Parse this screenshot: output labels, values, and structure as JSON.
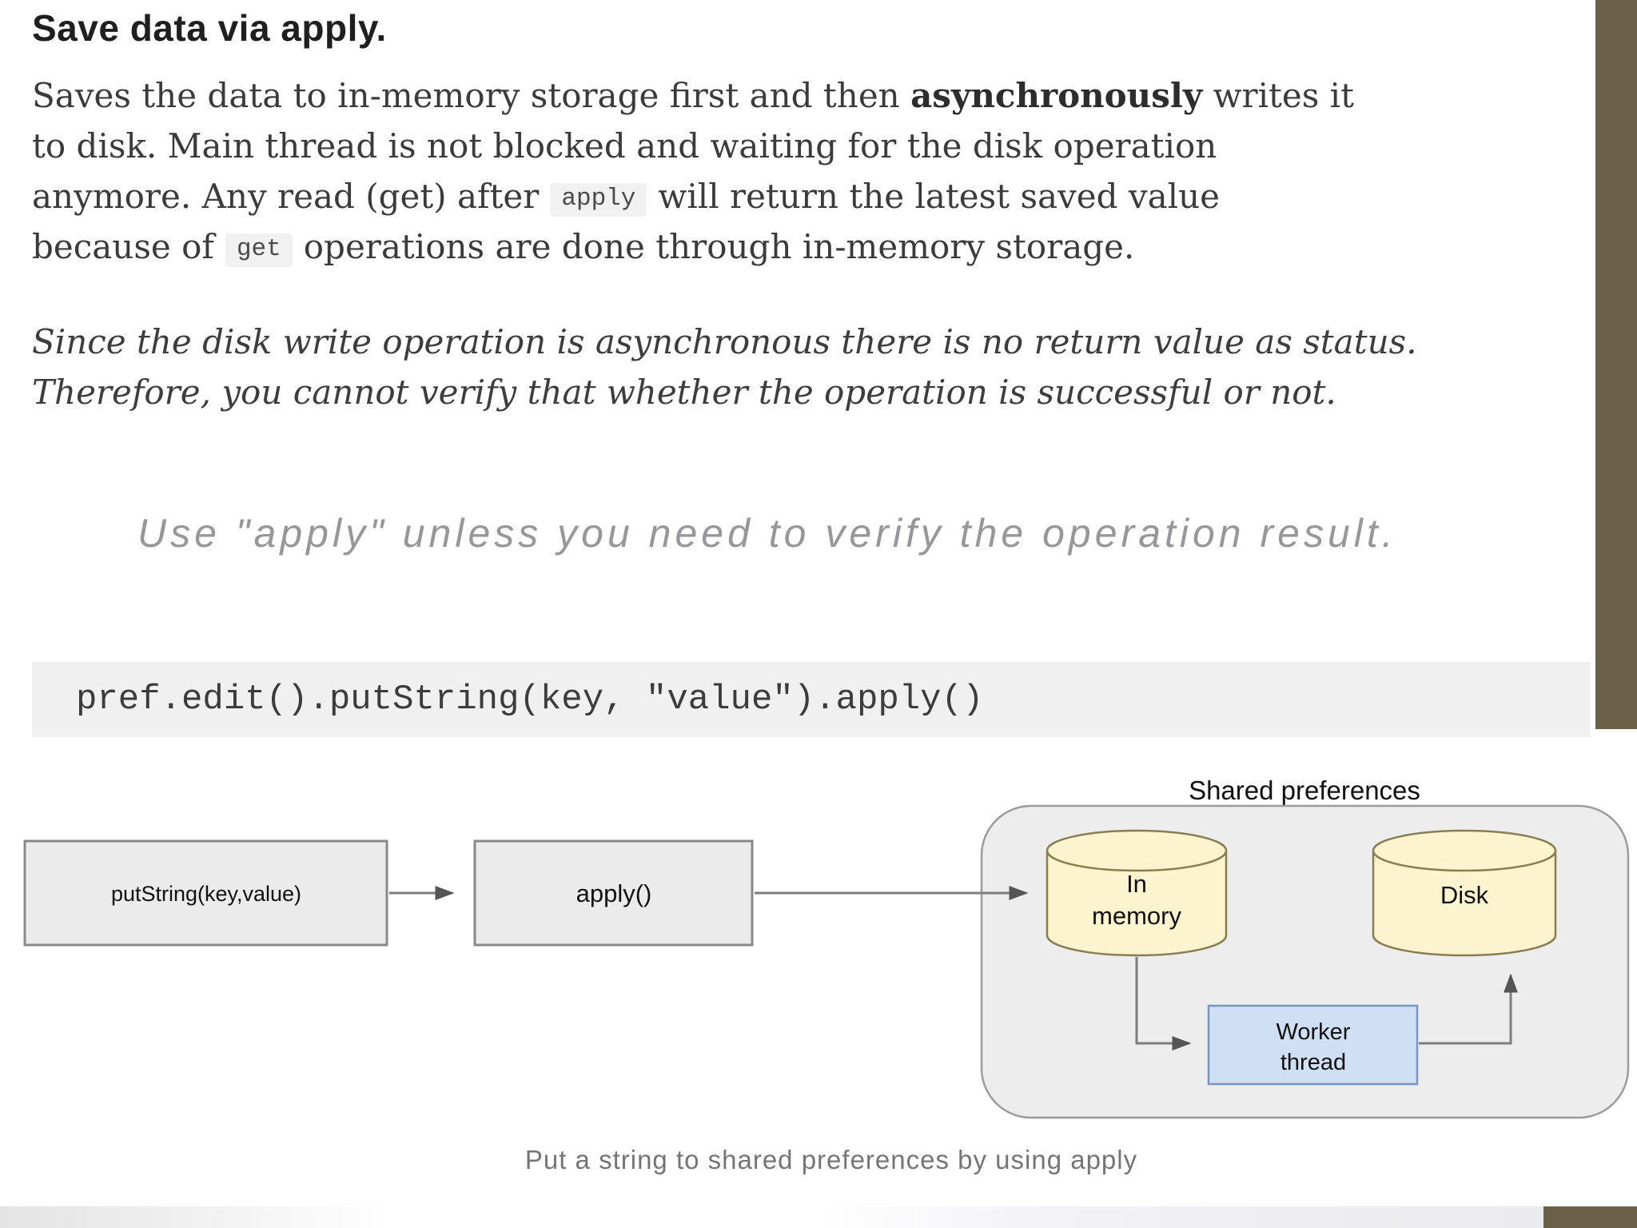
{
  "article": {
    "title": "Save data via apply.",
    "p1": {
      "l1_pre": "Saves the data to in-memory storage first and then ",
      "l1_bold": "asynchronously",
      "l1_post": " writes it",
      "l2": "to disk. Main thread is not blocked and waiting for the disk operation",
      "l3_pre": "anymore. Any read (get) after",
      "l3_code": "apply",
      "l3_post": "will return the latest saved value",
      "l4_pre": "because of",
      "l4_code": "get",
      "l4_post": "operations are done through in-memory storage."
    },
    "p2": {
      "l1": "Since the disk write operation is asynchronous there is no return value as status.",
      "l2": "Therefore, you cannot verify that whether the operation is successful or not."
    },
    "quote": "Use \"apply\" unless you need to verify the operation result.",
    "code_snippet": "pref.edit().putString(key, \"value\").apply()"
  },
  "diagram": {
    "title": "Shared preferences",
    "putstring_label": "putString(key,value)",
    "apply_label": "apply()",
    "in_memory_line1": "In",
    "in_memory_line2": "memory",
    "disk_label": "Disk",
    "worker_line1": "Worker",
    "worker_line2": "thread",
    "caption": "Put a string to shared preferences by using apply"
  },
  "colors": {
    "side_bar_brown": "#6a6048",
    "code_background": "#f0f0f0",
    "cylinder_fill": "#fcf3cf",
    "cylinder_stroke": "#8a7d52",
    "worker_box_fill": "#cfe0f5",
    "worker_box_stroke": "#7694c4",
    "container_fill": "#ededed",
    "flow_box_fill": "#ebebeb",
    "arrow_gray": "#7d7d7d"
  }
}
